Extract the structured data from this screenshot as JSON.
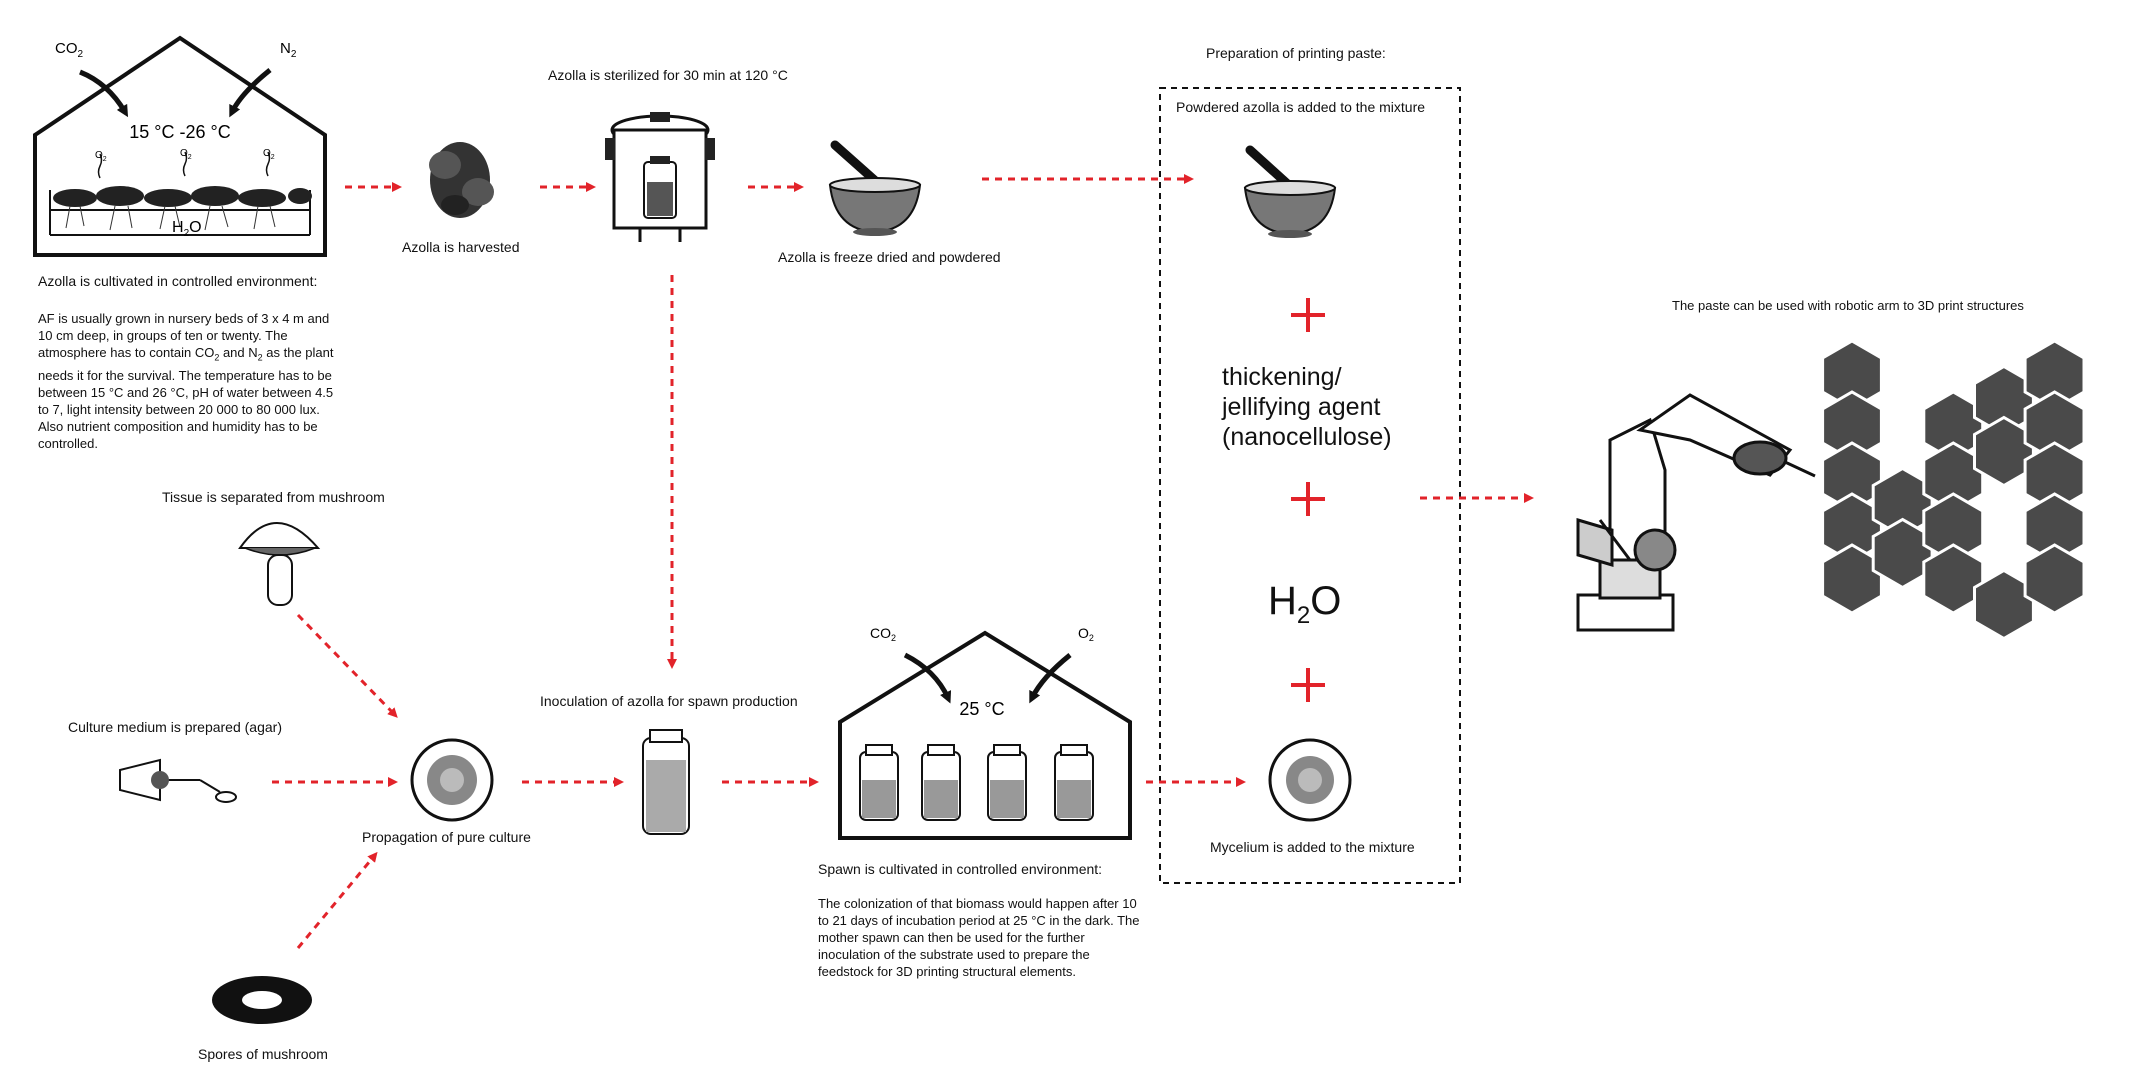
{
  "greenhouse1": {
    "co2": "CO",
    "co2_sub": "2",
    "n2": "N",
    "n2_sub": "2",
    "temp": "15 °C -26 °C",
    "o2": "O",
    "o2_sub": "2",
    "water": "H",
    "water_sub": "2",
    "water_end": "O"
  },
  "azolla": {
    "cultivated_title": "Azolla is cultivated in controlled environment:",
    "cultivated_text_1": "AF is usually grown in nursery beds of 3 x 4 m and 10 cm deep, in groups of ten or twenty. The atmosphere has to contain CO",
    "cultivated_sub_1": "2",
    "cultivated_text_2": " and N",
    "cultivated_sub_2": "2",
    "cultivated_text_3": " as the plant needs it for the survival.  The temperature has to be between 15 °C and 26 °C, pH of water between 4.5 to 7, light intensity between 20 000 to 80 000 lux. Also nutrient composition and humidity has to be controlled.",
    "harvested": "Azolla is harvested",
    "sterilized": "Azolla is sterilized for 30 min at 120 °C",
    "freeze_dried": "Azolla is freeze dried and powdered"
  },
  "paste": {
    "title": "Preparation of printing paste:",
    "powdered_added": "Powdered azolla is added to the mixture",
    "plus": "+",
    "agent_line1": "thickening/",
    "agent_line2": "jellifying agent",
    "agent_line3": "(nanocellulose)",
    "water": "H",
    "water_sub": "2",
    "water_end": "O",
    "mycelium_added": "Mycelium is added to the mixture"
  },
  "robot": {
    "caption": "The paste can be used with robotic arm to 3D print structures"
  },
  "mushroom": {
    "tissue": "Tissue is separated from mushroom",
    "culture_medium": "Culture medium is prepared (agar)",
    "propagation": "Propagation of pure culture",
    "spores": "Spores of mushroom",
    "inoculation": "Inoculation of azolla for spawn production"
  },
  "greenhouse2": {
    "co2": "CO",
    "co2_sub": "2",
    "o2": "O",
    "o2_sub": "2",
    "temp": "25 °C"
  },
  "spawn": {
    "title": "Spawn is cultivated in controlled environment:",
    "text": "The colonization of that biomass would happen after 10 to 21 days of incubation period at 25 °C in the dark. The mother spawn can then be used for the further inoculation of the substrate used to prepare the feedstock for 3D printing structural elements."
  },
  "colors": {
    "arrow_red": "#e2232a",
    "hex_fill": "#4a4a4a",
    "line": "#111111"
  }
}
